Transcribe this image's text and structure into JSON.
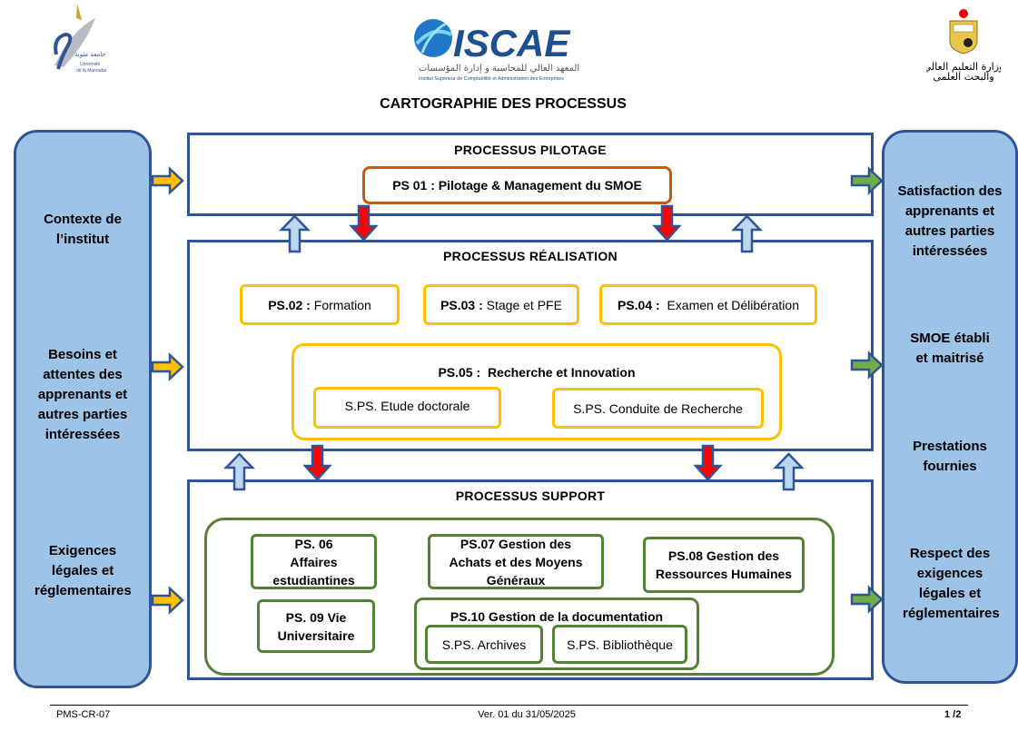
{
  "header": {
    "left_logo": {
      "arabic": "جامعة منوبة",
      "text": "Université de la Manouba"
    },
    "center_logo": {
      "name": "ISCAE",
      "arabic": "المعهد العالي للمحاسبة و إدارة المؤسسات",
      "subtitle": "Institut Supérieur de Comptabilité et Administration des Entreprises"
    },
    "right_logo": {
      "arabic": "وزارة التعليم العالي والبحث العلمي"
    },
    "title": "CARTOGRAPHIE DES PROCESSUS"
  },
  "inputs": [
    {
      "label": "Contexte de l’institut"
    },
    {
      "label": "Besoins et attentes des apprenants et autres parties intéressées"
    },
    {
      "label": "Exigences légales et réglementaires"
    }
  ],
  "outputs": [
    {
      "label": "Satisfaction des apprenants et autres parties intéressées"
    },
    {
      "label": "SMOE établi et maitrisé"
    },
    {
      "label": "Prestations fournies"
    },
    {
      "label": "Respect des exigences légales et réglementaires"
    }
  ],
  "pilotage": {
    "title": "PROCESSUS PILOTAGE",
    "ps01": "PS 01 : Pilotage & Management du SMOE"
  },
  "realisation": {
    "title": "PROCESSUS RÉALISATION",
    "ps02": {
      "code": "PS.02 :",
      "label": "Formation"
    },
    "ps03": {
      "code": "PS.03 :",
      "label": "Stage et PFE"
    },
    "ps04": {
      "code": "PS.04 :",
      "label": "Examen et Délibération"
    },
    "ps05": {
      "code": "PS.05 :",
      "label": "Recherche et Innovation",
      "sub": [
        "S.PS. Etude doctorale",
        "S.PS. Conduite de Recherche"
      ]
    }
  },
  "support": {
    "title": "PROCESSUS SUPPORT",
    "ps06": "PS. 06 Affaires estudiantines",
    "ps07": "PS.07 Gestion des Achats et des Moyens Généraux",
    "ps08": "PS.08 Gestion des Ressources Humaines",
    "ps09": "PS. 09 Vie Universitaire",
    "ps10": {
      "label": "PS.10 Gestion de la documentation",
      "sub": [
        "S.PS. Archives",
        "S.PS. Bibliothèque"
      ]
    }
  },
  "footer": {
    "ref": "PMS-CR-07",
    "version": "Ver. 01 du 31/05/2025",
    "page": "1 /2"
  },
  "colors": {
    "frame": "#2f5597",
    "side_fill": "#9dc3e6",
    "pilotage": "#c55a11",
    "realisation": "#ffc000",
    "support": "#548235",
    "input_arrow": "#ffc000",
    "output_arrow": "#70ad47",
    "down_arrow": "#ff0000",
    "up_arrow": "#bdd7ee"
  }
}
